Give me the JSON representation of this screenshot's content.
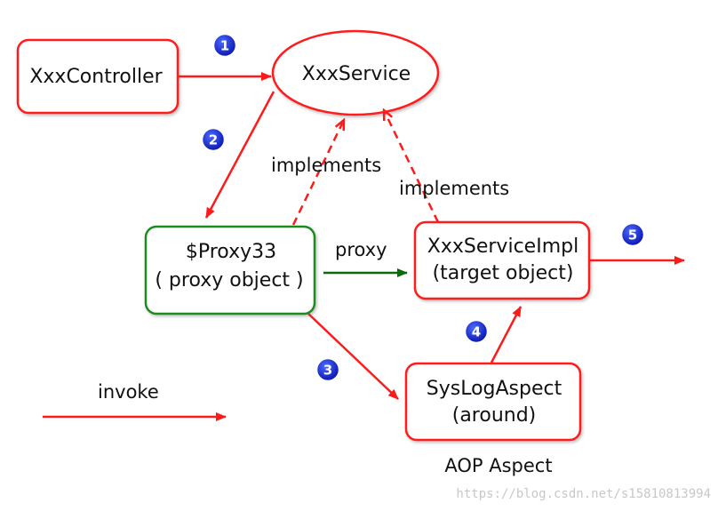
{
  "nodes": {
    "controller": {
      "label": "XxxController"
    },
    "service": {
      "label": "XxxService"
    },
    "proxy": {
      "line1": "$Proxy33",
      "line2": "( proxy object )"
    },
    "impl": {
      "line1": "XxxServiceImpl",
      "line2": "(target object)"
    },
    "aspect": {
      "line1": "SysLogAspect",
      "line2": "(around)"
    }
  },
  "edge_labels": {
    "implements_left": "implements",
    "implements_right": "implements",
    "proxy": "proxy"
  },
  "badges": [
    "1",
    "2",
    "3",
    "4",
    "5"
  ],
  "legend": {
    "invoke": "invoke"
  },
  "aop_caption": "AOP Aspect",
  "watermark": "https://blog.csdn.net/s15810813994",
  "colors": {
    "invoke": "#ff1a1a",
    "proxy_edge": "#0a6b0a",
    "proxy_border": "#1e8c1e",
    "badge": "#1a25d6"
  }
}
